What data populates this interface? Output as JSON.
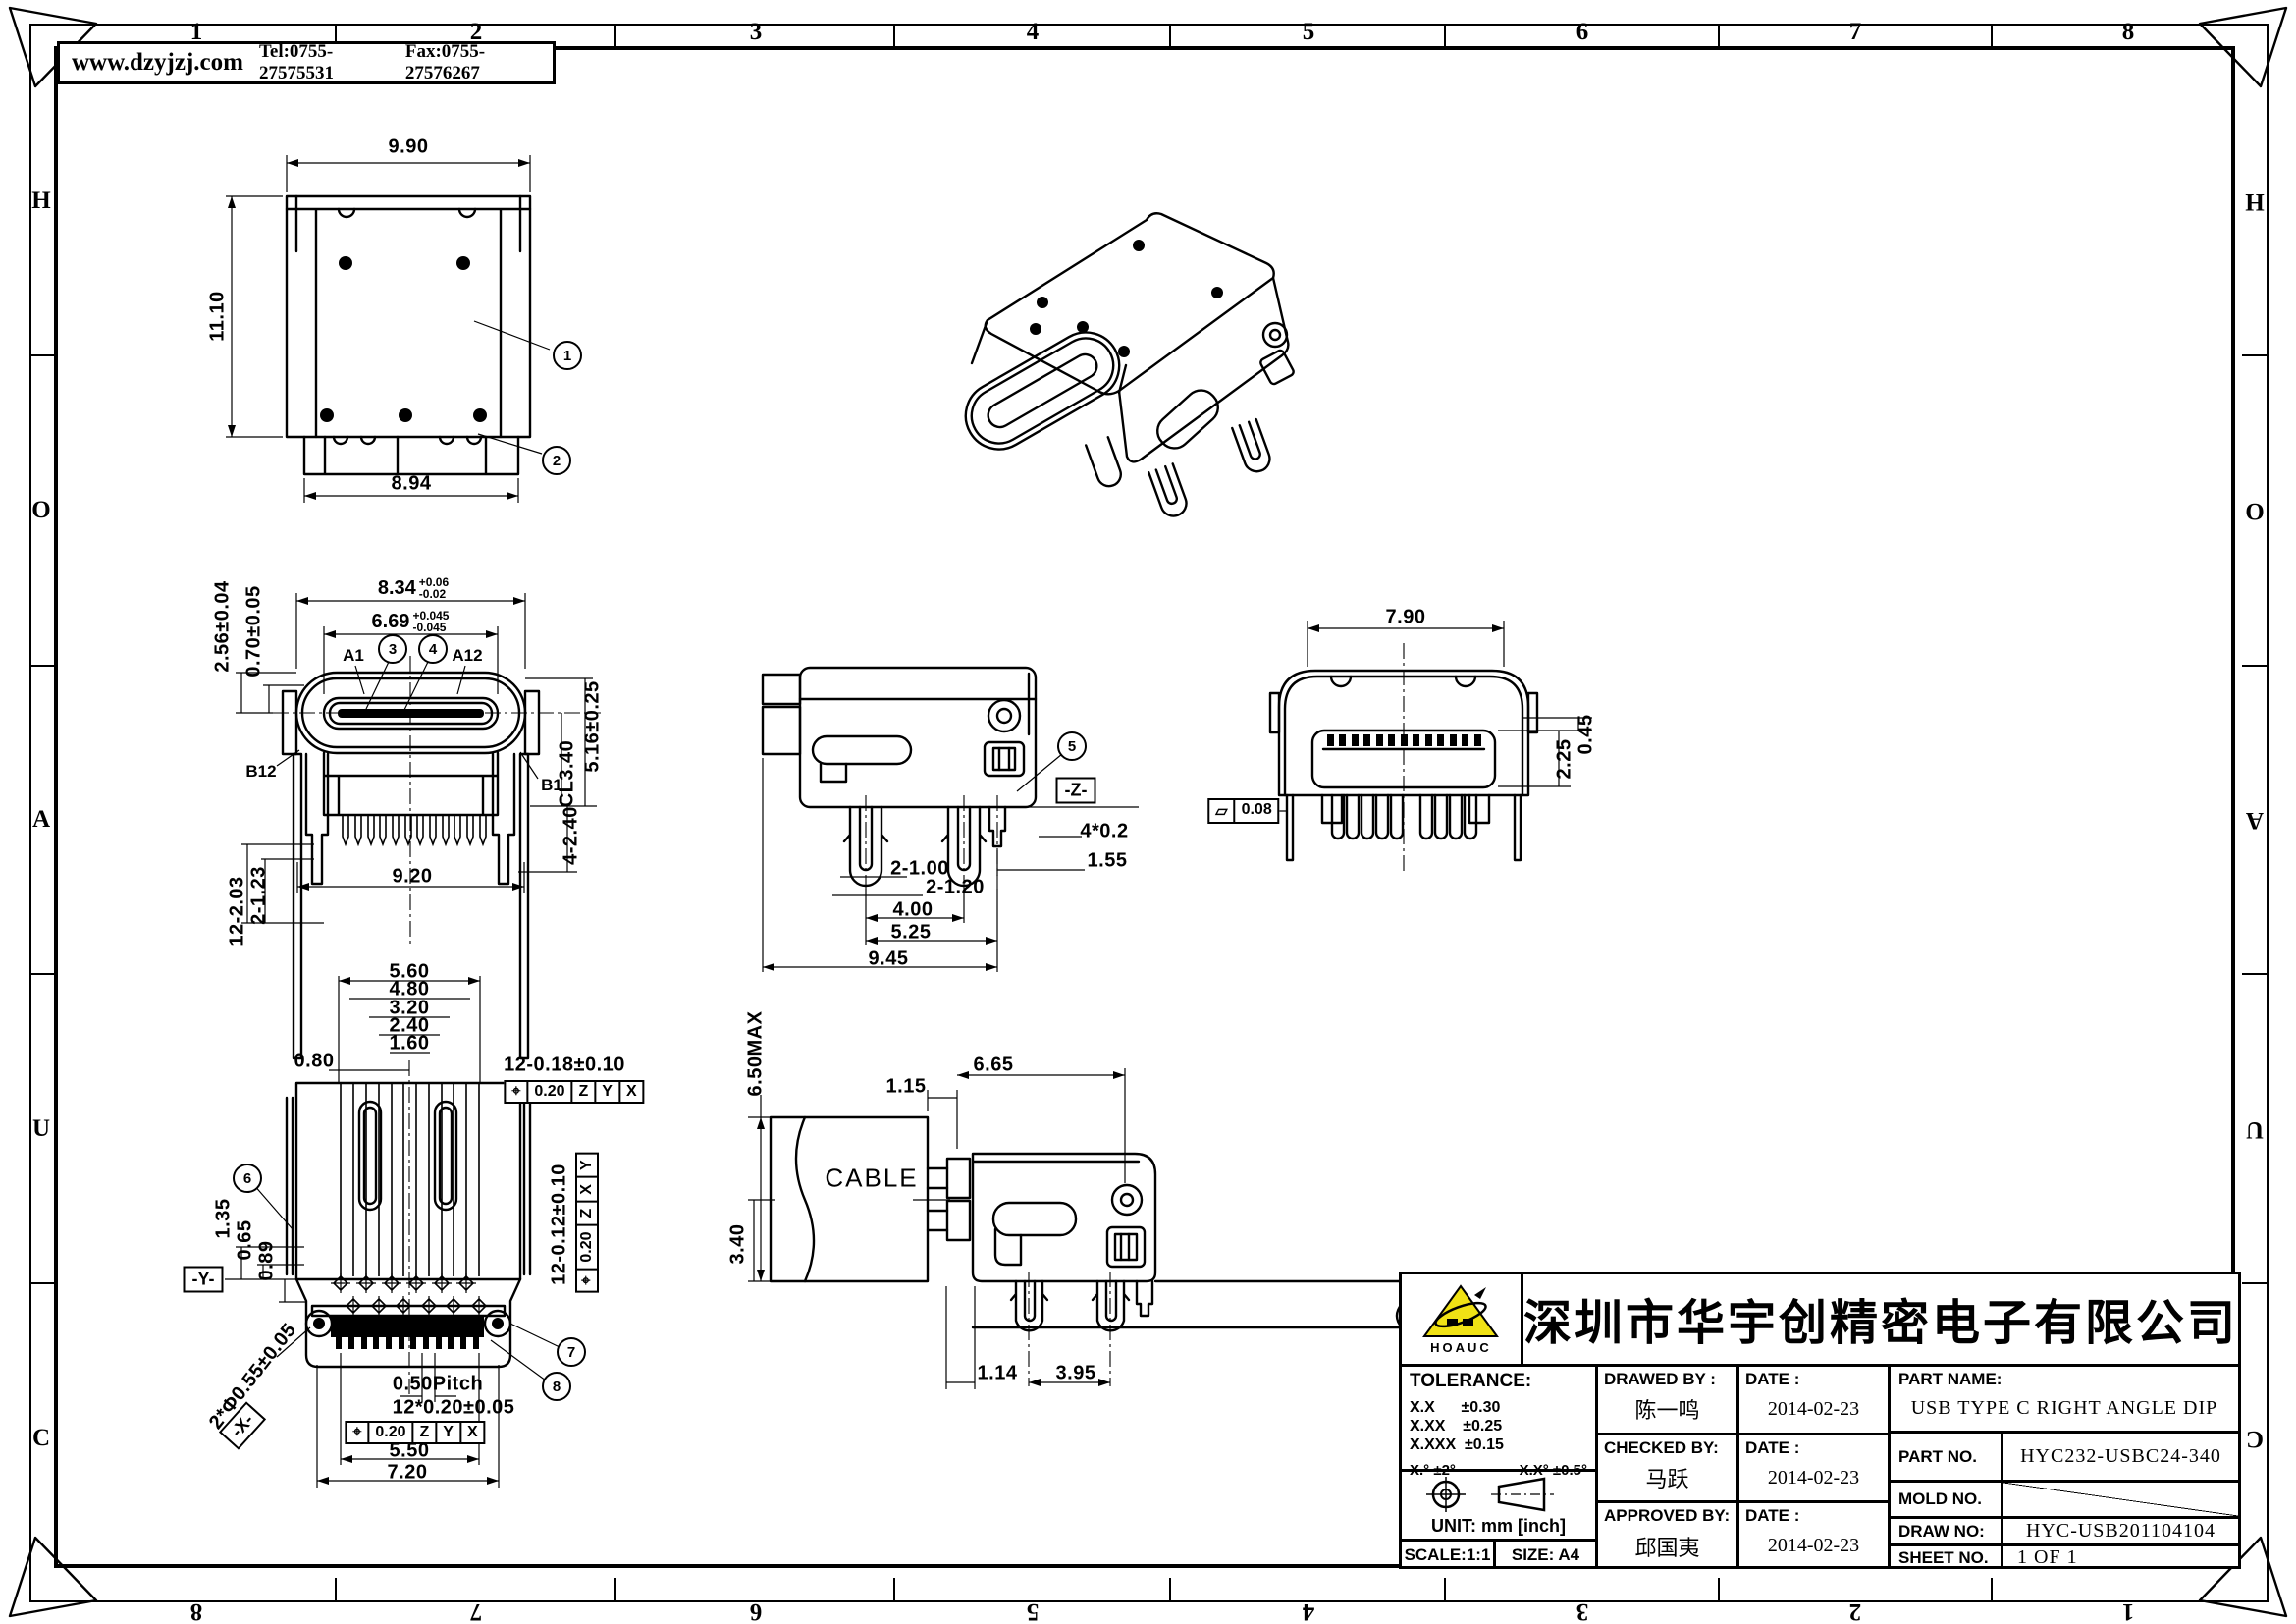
{
  "header": {
    "website": "www.dzyjzj.com",
    "tel": "Tel:0755-27575531",
    "fax": "Fax:0755-27576267"
  },
  "border": {
    "cols_top": [
      "1",
      "2",
      "3",
      "4",
      "5",
      "6",
      "7",
      "8"
    ],
    "cols_bottom": [
      "8",
      "7",
      "6",
      "5",
      "4",
      "3",
      "2",
      "1"
    ],
    "rows_left": [
      "H",
      "O",
      "A",
      "U",
      "C"
    ],
    "rows_right": [
      "H",
      "O",
      "A",
      "U",
      "C"
    ]
  },
  "views": {
    "top": {
      "dim_width": "9.90",
      "dim_height": "11.10",
      "dim_bottom": "8.94",
      "callout_1": "1",
      "callout_2": "2"
    },
    "front": {
      "dim_834": {
        "main": "8.34",
        "plus": "+0.06",
        "minus": "-0.02"
      },
      "dim_669": {
        "main": "6.69",
        "plus": "+0.045",
        "minus": "-0.045"
      },
      "pin_a1": "A1",
      "pin_a12": "A12",
      "pin_b1": "B1",
      "pin_b12": "B12",
      "callout_3": "3",
      "callout_4": "4",
      "dim_256": "2.56±0.04",
      "dim_070": "0.70±0.05",
      "dim_cl": "CL3.40",
      "dim_516": "5.16±0.25",
      "dim_240": "4-2.40",
      "dim_920": "9.20",
      "dim_1203": "12-2.03",
      "dim_123": "2-1.23"
    },
    "side": {
      "callout_5": "5",
      "datum_z": "-Z-",
      "dim_402": "4*0.2",
      "dim_155": "1.55",
      "dim_100": "2-1.00",
      "dim_120": "2-1.20",
      "dim_400": "4.00",
      "dim_525": "5.25",
      "dim_945": "9.45"
    },
    "rear": {
      "dim_790": "7.90",
      "dim_045": "0.45",
      "dim_225": "2.25",
      "flatness": {
        "symbol": "▱",
        "value": "0.08"
      }
    },
    "bottom": {
      "stack": [
        "5.60",
        "4.80",
        "3.20",
        "2.40",
        "1.60"
      ],
      "dim_080": "0.80",
      "dim_top": "12-0.18±0.10",
      "gdt_top": {
        "symbol": "⌖",
        "value": "0.20",
        "d1": "Z",
        "d2": "Y",
        "d3": "X"
      },
      "dim_right": "12-0.12±0.10",
      "gdt_right": {
        "symbol": "⌖",
        "value": "0.20",
        "d1": "Z",
        "d2": "X",
        "d3": "Y"
      },
      "dim_135": "1.35",
      "dim_065": "0.65",
      "dim_089": "0.89",
      "callout_6": "6",
      "callout_7": "7",
      "callout_8": "8",
      "datum_y": "-Y-",
      "datum_x": "-X-",
      "dim_hole": "2*Φ0.55±0.05",
      "dim_pitch": "0.50Pitch",
      "dim_pad": "12*0.20±0.05",
      "gdt_bottom": {
        "symbol": "⌖",
        "value": "0.20",
        "d1": "Z",
        "d2": "Y",
        "d3": "X"
      },
      "dim_550": "5.50",
      "dim_720": "7.20"
    },
    "cable": {
      "label": "CABLE",
      "dim_650": "6.50MAX",
      "dim_115": "1.15",
      "dim_665": "6.65",
      "dim_340": "3.40",
      "dim_114": "1.14",
      "dim_395": "3.95"
    }
  },
  "title_block": {
    "logo_text": "HOAUC",
    "company": "深圳市华宇创精密电子有限公司",
    "tolerance_label": "TOLERANCE:",
    "tol_rows": [
      "X.X      ±0.30",
      "X.XX    ±0.25",
      "X.XXX  ±0.15"
    ],
    "tol_angle": "X.°  ±2°",
    "tol_angle2": "X.X°  ±0.5°",
    "unit_label": "UNIT:  mm  [inch]",
    "scale_label": "SCALE:1:1",
    "size_label": "SIZE:  A4",
    "drawed_by_label": "DRAWED BY :",
    "drawed_by": "陈一鸣",
    "checked_by_label": "CHECKED BY:",
    "checked_by": "马跃",
    "approved_by_label": "APPROVED BY:",
    "approved_by": "邱国夷",
    "date_label": "DATE :",
    "date_drawed": "2014-02-23",
    "date_checked": "2014-02-23",
    "date_approved": "2014-02-23",
    "part_name_label": "PART NAME:",
    "part_name": "USB TYPE C RIGHT ANGLE  DIP",
    "part_no_label": "PART NO.",
    "part_no": "HYC232-USBC24-340",
    "mold_no_label": "MOLD NO.",
    "draw_no_label": "DRAW NO:",
    "draw_no": "HYC-USB201104104",
    "sheet_no_label": "SHEET NO.",
    "sheet_no": "1 OF 1"
  }
}
